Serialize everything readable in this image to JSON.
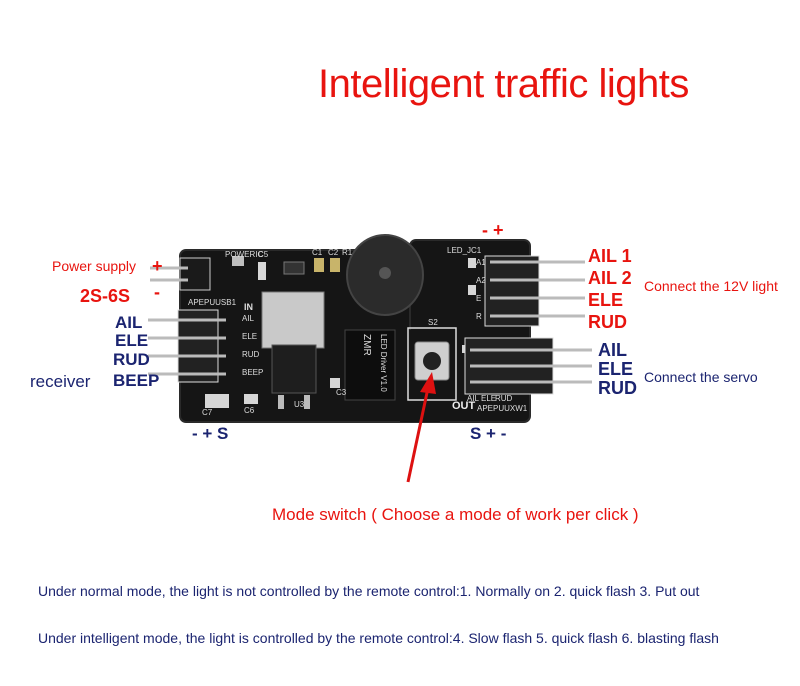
{
  "title": "Intelligent traffic lights",
  "left": {
    "power_supply": "Power supply",
    "plus": "+",
    "minus": "-",
    "voltage": "2S-6S",
    "inputs": [
      "AIL",
      "ELE",
      "RUD",
      "BEEP"
    ],
    "receiver": "receiver",
    "bottom_polarity": "- + S"
  },
  "right": {
    "light_polarity": "- +",
    "lights": [
      "AIL 1",
      "AIL 2",
      "ELE",
      "RUD"
    ],
    "connect_light": "Connect the 12V light",
    "servos": [
      "AIL",
      "ELE",
      "RUD"
    ],
    "connect_servo": "Connect the servo",
    "bottom_polarity": "S + -"
  },
  "board": {
    "silk_in": "IN",
    "silk_out": "OUT",
    "silk_label_in": "APEPUUSB1",
    "silk_label_out": "APEPUUXW1",
    "silk_power": "POWERIC",
    "silk_led": "LED_JC1",
    "silk_inputs": [
      "AIL",
      "ELE",
      "RUD",
      "BEEP"
    ],
    "silk_outputs": [
      "AIL",
      "ELE",
      "RUD"
    ],
    "silk_chip_brand": "ZMR",
    "silk_chip_model": "LED Driver V1.0",
    "silk_switch": "S2",
    "silk_u3": "U3",
    "silk_c3": "C3",
    "silk_c7": "C7",
    "silk_c6": "C6",
    "silk_c5": "C5",
    "silk_c1": "C1",
    "silk_c2": "C2",
    "silk_r1": "R1",
    "silk_a1": "A1",
    "silk_a2": "A2",
    "silk_e": "E",
    "silk_r": "R"
  },
  "mode_switch": "Mode switch ( Choose a mode of work per click )",
  "notes": {
    "normal": "Under normal mode, the light is not controlled by the remote control:1. Normally on 2. quick flash 3. Put out",
    "intelligent": "Under intelligent mode, the light is controlled by the remote control:4. Slow flash 5. quick flash 6. blasting flash"
  }
}
